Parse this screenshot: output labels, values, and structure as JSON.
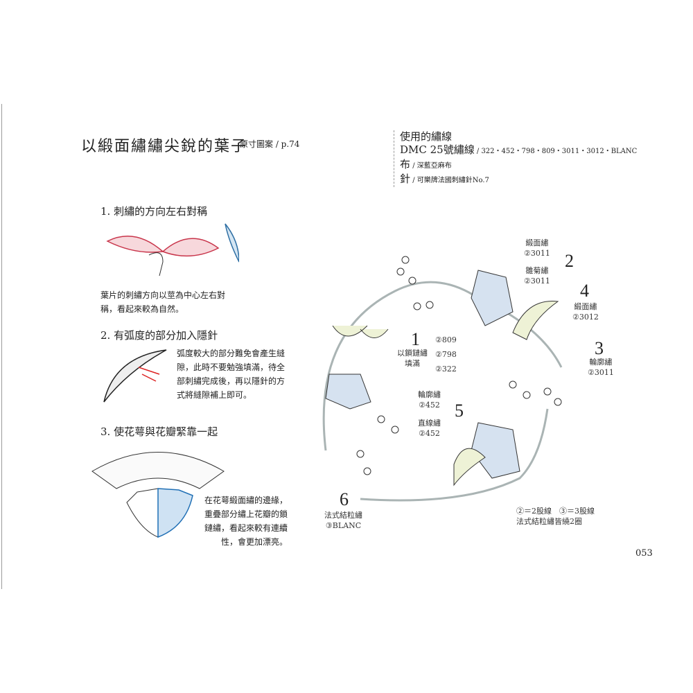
{
  "title": "以緞面繡繡尖銳的葉子",
  "pattern_ref": "原寸圖案 / p.74",
  "materials": {
    "heading": "使用的繡線",
    "thread_label": "DMC 25號繡線",
    "thread_values": " / 322・452・798・809・3011・3012・BLANC",
    "cloth_label": "布",
    "cloth_value": " / 深藍亞麻布",
    "needle_label": "針",
    "needle_value": " / 可樂牌法國刺繡針No.7"
  },
  "tips": [
    {
      "heading": "1. 刺繡的方向左右對稱",
      "text": "葉片的刺繡方向以莖為中心左右對稱，看起來較為自然。"
    },
    {
      "heading": "2. 有弧度的部分加入隱針",
      "text": "弧度較大的部分難免會產生縫隙，此時不要勉強填滿，待全部刺繡完成後，再以隱針的方式將縫隙補上即可。"
    },
    {
      "heading": "3. 使花萼與花瓣緊靠一起",
      "text": "在花萼緞面繡的邊緣，重疊部分繡上花瓣的鎖鏈繡，看起來較有連續性，會更加漂亮。"
    }
  ],
  "labels": {
    "n1": "1",
    "n1_stitch": "以鎖鏈繡填滿",
    "n1_c1": "②809",
    "n1_c2": "②798",
    "n1_c3": "②322",
    "n2": "2",
    "n2_s1": "緞面繡",
    "n2_c1": "②3011",
    "n2_s2": "雛菊繡",
    "n2_c2": "②3011",
    "n3": "3",
    "n3_s": "輪廓繡",
    "n3_c": "②3011",
    "n4": "4",
    "n4_s": "緞面繡",
    "n4_c": "②3012",
    "n5": "5",
    "n5_s1": "輪廓繡",
    "n5_c1": "②452",
    "n5_s2": "直線繡",
    "n5_c2": "②452",
    "n6": "6",
    "n6_s": "法式結粒繡",
    "n6_c": "③BLANC"
  },
  "legend": {
    "line1": "②＝2股線　③＝3股線",
    "line2": "法式結粒繡皆繞2圈"
  },
  "page_number": "053"
}
